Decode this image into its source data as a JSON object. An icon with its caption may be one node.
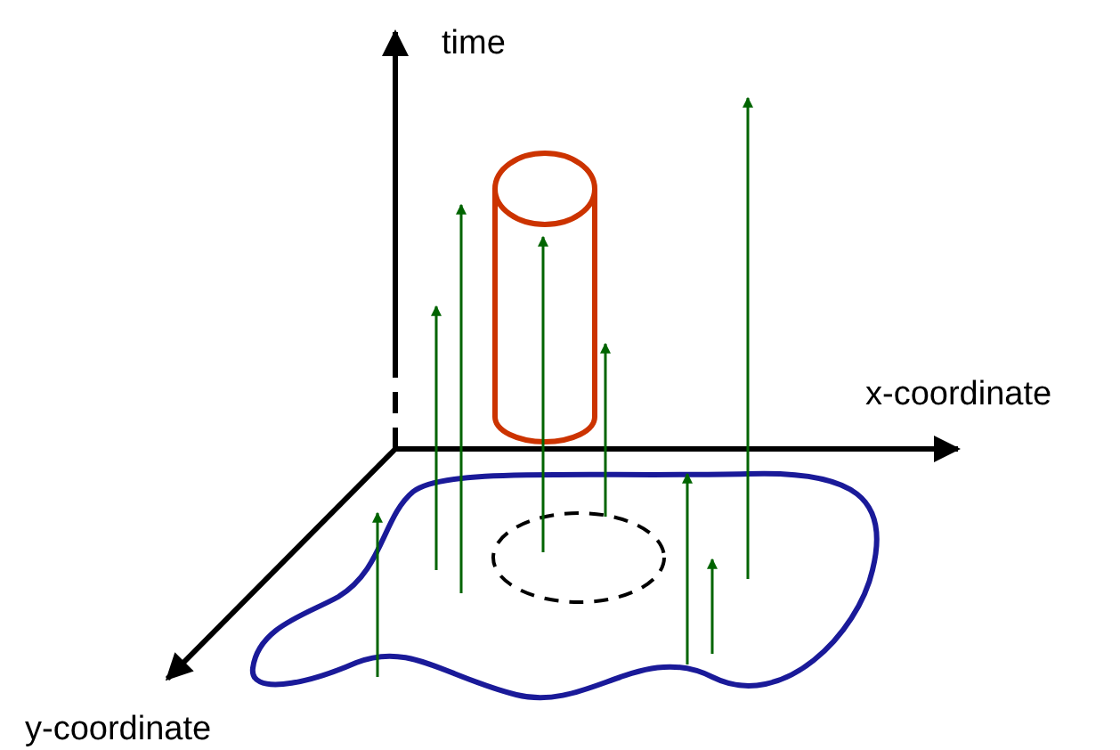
{
  "diagram": {
    "labels": [
      "time",
      "x-coordinate",
      "y-coordinate"
    ]
  }
}
